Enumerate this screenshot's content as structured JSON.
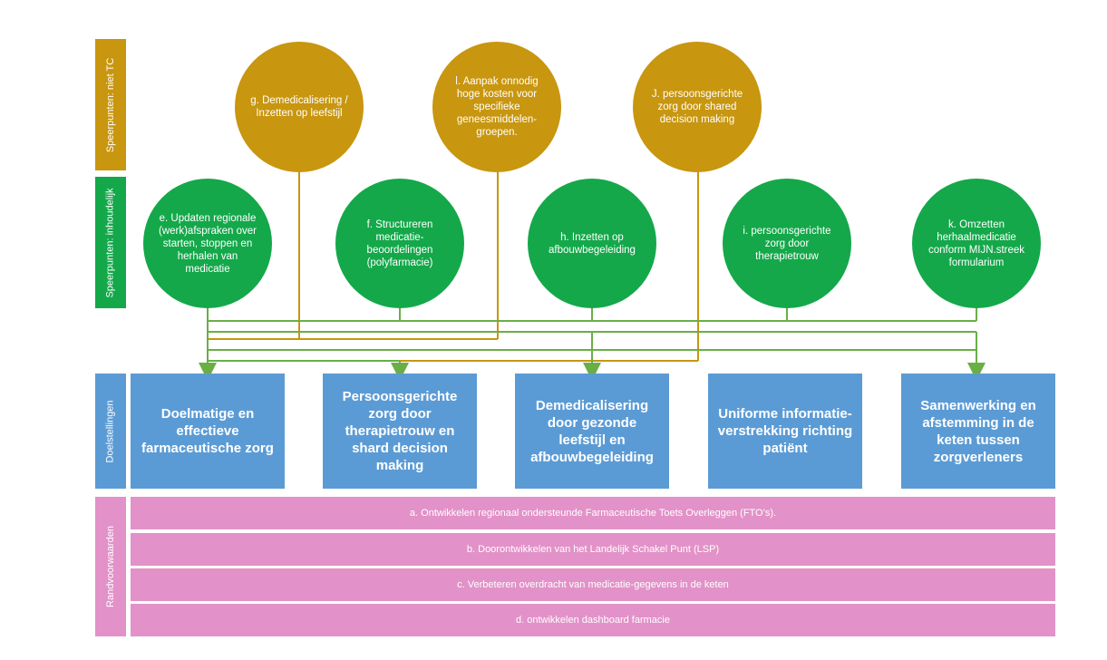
{
  "labels": {
    "row1": "Speerpunten: niet TC",
    "row2": "Speerpunten: inhoudelijk",
    "row3": "Doelstellingen",
    "row4": "Randvoorwaarden"
  },
  "colors": {
    "gold": "#c8960f",
    "green": "#14a84a",
    "blue": "#5b9bd5",
    "pink": "#e292c8",
    "gold_line": "#c8960f",
    "green_line": "#6aae46"
  },
  "gold_circles": [
    {
      "id": "g",
      "text": "g. Demedicalisering / Inzetten op leefstijl"
    },
    {
      "id": "l",
      "text": "l. Aanpak onnodig hoge kosten voor specifieke geneesmiddelen-groepen."
    },
    {
      "id": "j",
      "text": "J. persoonsgerichte zorg door shared decision making"
    }
  ],
  "green_circles": [
    {
      "id": "e",
      "text": "e. Updaten regionale (werk)afspraken over starten, stoppen en herhalen van medicatie"
    },
    {
      "id": "f",
      "text": "f. Structureren medicatie-beoordelingen (polyfarmacie)"
    },
    {
      "id": "h",
      "text": "h. Inzetten op afbouwbegeleiding"
    },
    {
      "id": "i",
      "text": "i. persoonsgerichte zorg door therapietrouw"
    },
    {
      "id": "k",
      "text": "k. Omzetten herhaalmedicatie conform MIJN.streek formularium"
    }
  ],
  "goals": [
    "Doelmatige en effectieve farmaceutische zorg",
    "Persoonsgerichte zorg door therapietrouw en shard decision making",
    "Demedicalisering door gezonde leefstijl en afbouwbegeleiding",
    "Uniforme informatie-verstrekking richting patiënt",
    "Samenwerking en afstemming in de keten tussen zorgverleners"
  ],
  "conditions": [
    "a. Ontwikkelen regionaal ondersteunde Farmaceutische Toets Overleggen (FTO’s).",
    "b. Doorontwikkelen van het Landelijk Schakel Punt (LSP)",
    "c. Verbeteren overdracht van medicatie-gegevens in de keten",
    "d. ontwikkelen dashboard farmacie"
  ]
}
